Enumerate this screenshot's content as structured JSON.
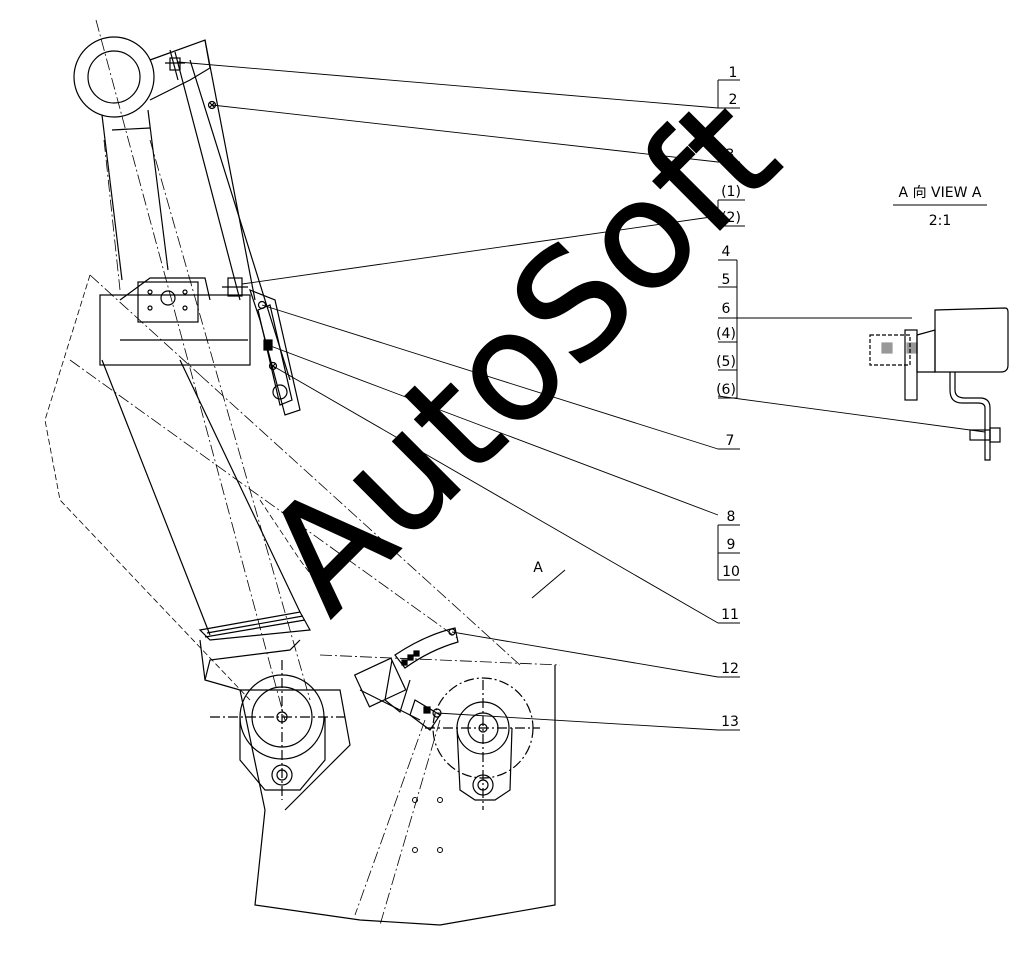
{
  "callouts": {
    "c1": "1",
    "c2": "2",
    "c3": "3",
    "p1": "(1)",
    "p2": "(2)",
    "c4": "4",
    "c5": "5",
    "c6": "6",
    "p4": "(4)",
    "p5": "(5)",
    "p6": "(6)",
    "c7": "7",
    "c8": "8",
    "c9": "9",
    "c10": "10",
    "c11": "11",
    "c12": "12",
    "c13": "13"
  },
  "view": {
    "title": "A 向  VIEW A",
    "scale": "2:1",
    "direction_marker": "A"
  },
  "watermark": "AutoSoft"
}
